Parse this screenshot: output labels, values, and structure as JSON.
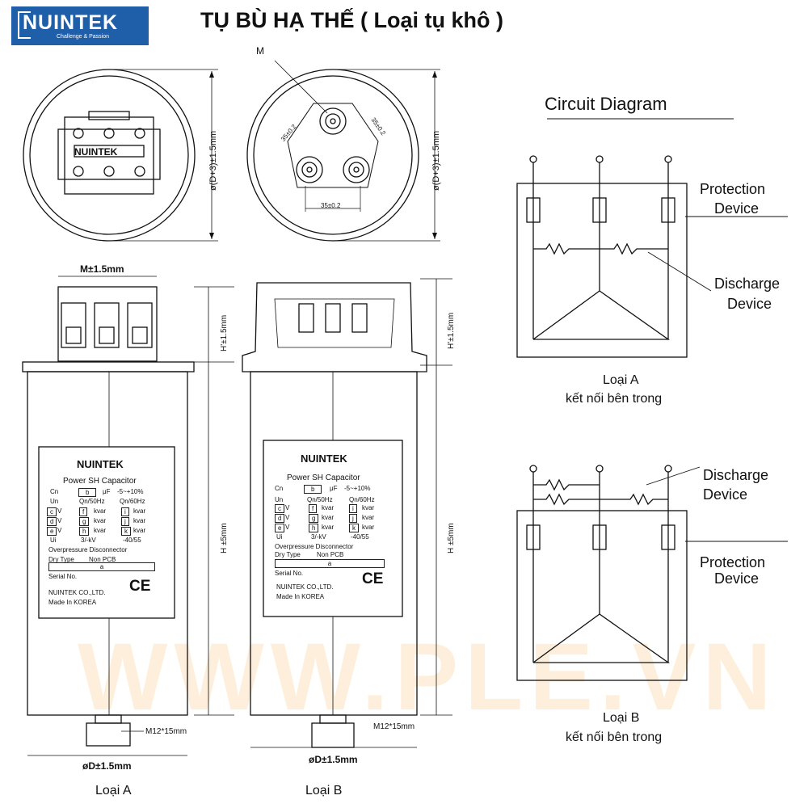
{
  "logo": {
    "brand": "NUINTEK",
    "tagline": "Challenge & Passion"
  },
  "title": "TỤ BÙ HẠ THẾ ( Loại tụ khô )",
  "watermark": "WWW.PLE.VN",
  "top_view": {
    "terminal_brand": "NUINTEK",
    "dim_diameter": "ø(D+3)±1.5mm",
    "marker_m": "M",
    "spacing_labels": [
      "35±0.2",
      "35±0.2",
      "35±0.2"
    ]
  },
  "side_view": {
    "m_dim": "M±1.5mm",
    "h_prime_dim": "H'±1.5mm",
    "h_dim": "H ±5mm",
    "base_dim": "M12*15mm",
    "d_dim": "øD±1.5mm",
    "type_a": "Loại A",
    "type_b": "Loại B"
  },
  "nameplate": {
    "brand": "NUINTEK",
    "product": "Power SH Capacitor",
    "cn_label": "Cn",
    "cn_code": "b",
    "cn_unit": "μF",
    "cn_tol": "-5~+10%",
    "un_label": "Un",
    "qn50_label": "Qn/50Hz",
    "qn60_label": "Qn/60Hz",
    "codes_v": [
      "c",
      "d",
      "e"
    ],
    "codes_50": [
      "f",
      "g",
      "h"
    ],
    "codes_60": [
      "i",
      "j",
      "k"
    ],
    "unit_v": "V",
    "unit_kvar": "kvar",
    "ui_label": "Ui",
    "ui_value": "3/-kV",
    "temp": "-40/55",
    "overpressure": "Overpressure Disconnector",
    "dry_type": "Dry Type",
    "non_pcb": "Non PCB",
    "serial_code": "a",
    "serial_label": "Serial No.",
    "company": "NUINTEK CO.,LTD.",
    "made_in": "Made In KOREA",
    "ce": "CE"
  },
  "circuit": {
    "title": "Circuit Diagram",
    "protection_a": [
      "Protection",
      "Device"
    ],
    "discharge_a": [
      "Discharge",
      "Device"
    ],
    "caption_a": [
      "Loại A",
      "kết nối bên trong"
    ],
    "discharge_b": [
      "Discharge",
      "Device"
    ],
    "protection_b": [
      "Protection",
      "Device"
    ],
    "caption_b": [
      "Loại B",
      "kết nối bên trong"
    ]
  }
}
